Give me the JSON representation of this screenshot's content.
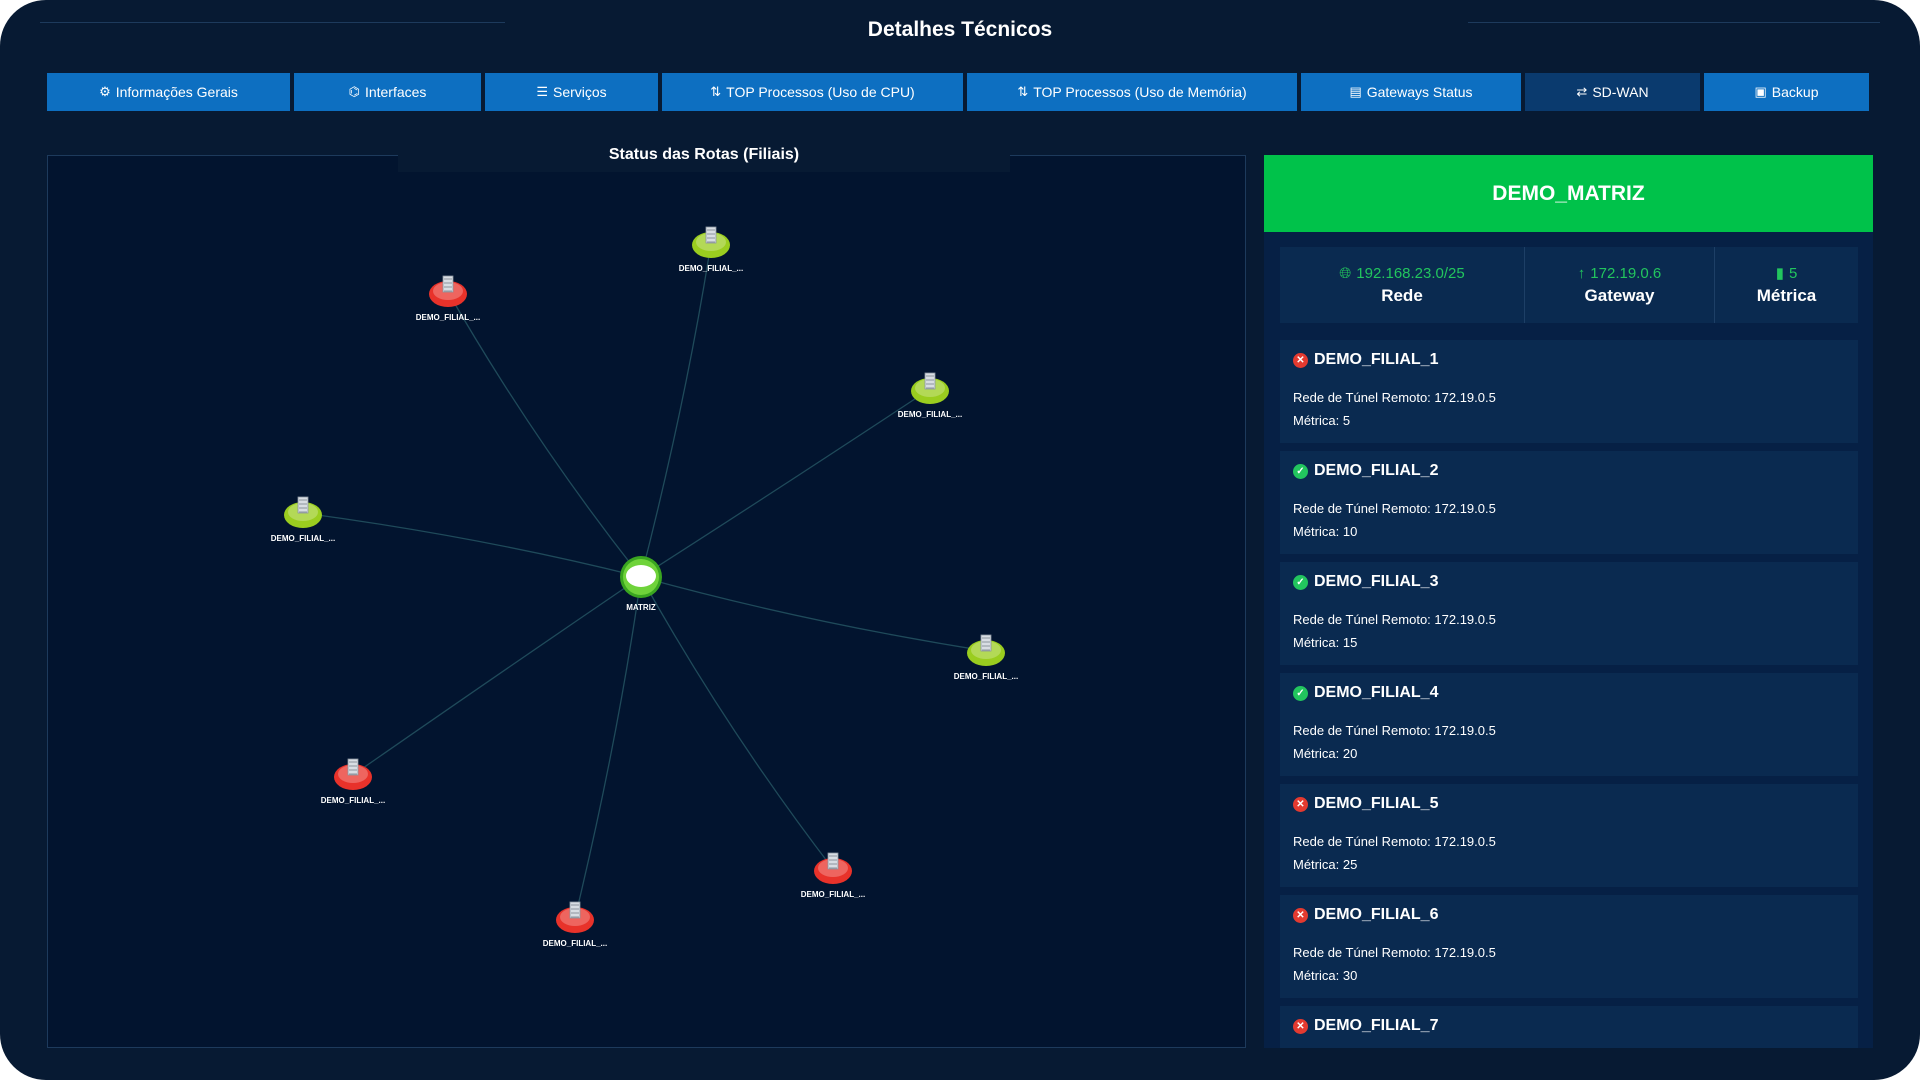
{
  "page": {
    "title": "Detalhes Técnicos"
  },
  "tabs": [
    {
      "label": "Informações Gerais",
      "icon": "gear-icon",
      "glyph": "⚙",
      "active": false
    },
    {
      "label": "Interfaces",
      "icon": "sitemap-icon",
      "glyph": "⌬",
      "active": false
    },
    {
      "label": "Serviços",
      "icon": "list-icon",
      "glyph": "☰",
      "active": false
    },
    {
      "label": "TOP Processos (Uso de CPU)",
      "icon": "sort-amount-icon",
      "glyph": "⇅",
      "active": false
    },
    {
      "label": "TOP Processos (Uso de Memória)",
      "icon": "sort-amount-icon",
      "glyph": "⇅",
      "active": false
    },
    {
      "label": "Gateways Status",
      "icon": "file-icon",
      "glyph": "▤",
      "active": false
    },
    {
      "label": "SD-WAN",
      "icon": "exchange-icon",
      "glyph": "⇄",
      "active": true
    },
    {
      "label": "Backup",
      "icon": "save-icon",
      "glyph": "▣",
      "active": false
    }
  ],
  "map": {
    "title": "Status das Rotas (Filiais)",
    "center_label": "MATRIZ",
    "nodes": [
      {
        "label": "DEMO_FILIAL_...",
        "status": "down"
      },
      {
        "label": "DEMO_FILIAL_...",
        "status": "up"
      },
      {
        "label": "DEMO_FILIAL_...",
        "status": "up"
      },
      {
        "label": "DEMO_FILIAL_...",
        "status": "up"
      },
      {
        "label": "DEMO_FILIAL_...",
        "status": "up"
      },
      {
        "label": "DEMO_FILIAL_...",
        "status": "down"
      },
      {
        "label": "DEMO_FILIAL_...",
        "status": "down"
      },
      {
        "label": "DEMO_FILIAL_...",
        "status": "down"
      }
    ],
    "colors": {
      "up": "#9acd1f",
      "down": "#e8322a",
      "center": "#3aa520",
      "link": "#1f4a5a"
    }
  },
  "detail": {
    "header": "DEMO_MATRIZ",
    "summary": {
      "rede_value": "192.168.23.0/25",
      "rede_label": "Rede",
      "gateway_value": "172.19.0.6",
      "gateway_label": "Gateway",
      "metrica_value": "5",
      "metrica_label": "Métrica"
    },
    "routes": [
      {
        "name": "DEMO_FILIAL_1",
        "status": "down",
        "tunnel": "Rede de Túnel Remoto: 172.19.0.5",
        "metric": "Métrica: 5"
      },
      {
        "name": "DEMO_FILIAL_2",
        "status": "up",
        "tunnel": "Rede de Túnel Remoto: 172.19.0.5",
        "metric": "Métrica: 10"
      },
      {
        "name": "DEMO_FILIAL_3",
        "status": "up",
        "tunnel": "Rede de Túnel Remoto: 172.19.0.5",
        "metric": "Métrica: 15"
      },
      {
        "name": "DEMO_FILIAL_4",
        "status": "up",
        "tunnel": "Rede de Túnel Remoto: 172.19.0.5",
        "metric": "Métrica: 20"
      },
      {
        "name": "DEMO_FILIAL_5",
        "status": "down",
        "tunnel": "Rede de Túnel Remoto: 172.19.0.5",
        "metric": "Métrica: 25"
      },
      {
        "name": "DEMO_FILIAL_6",
        "status": "down",
        "tunnel": "Rede de Túnel Remoto: 172.19.0.5",
        "metric": "Métrica: 30"
      },
      {
        "name": "DEMO_FILIAL_7",
        "status": "down",
        "tunnel": "",
        "metric": ""
      }
    ]
  }
}
